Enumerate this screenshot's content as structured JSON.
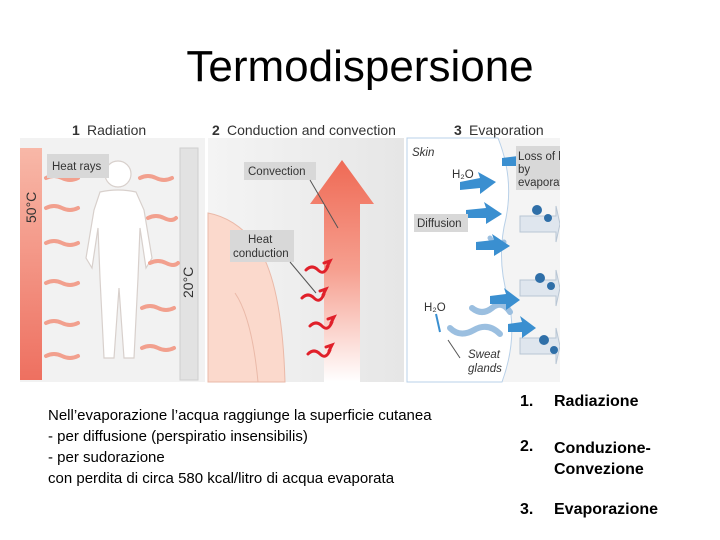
{
  "slide": {
    "title": "Termodispersione"
  },
  "figure": {
    "panels": [
      {
        "number": "1",
        "label": "Radiation"
      },
      {
        "number": "2",
        "label": "Conduction and convection"
      },
      {
        "number": "3",
        "label": "Evaporation"
      }
    ],
    "thermometer_hot": "50°C",
    "thermometer_cold": "20°C",
    "callouts": {
      "heat_rays": "Heat rays",
      "convection": "Convection",
      "heat_conduction_1": "Heat",
      "heat_conduction_2": "conduction",
      "skin": "Skin",
      "h2o_top": "H₂O",
      "loss_of_heat_1": "Loss of heat",
      "loss_of_heat_2": "by",
      "loss_of_heat_3": "evaporation",
      "diffusion": "Diffusion",
      "h2o_bottom": "H₂O",
      "sweat_glands_1": "Sweat",
      "sweat_glands_2": "glands"
    },
    "colors": {
      "hot": "#f08070",
      "warm_arrow": "#f3a08f",
      "conduction_arrow": "#e0202a",
      "evaporation_arrow": "#3a8fd0",
      "sweat": "#c9ddf0"
    }
  },
  "body_text": {
    "line1": "Nell’evaporazione l’acqua raggiunge la superficie cutanea",
    "line2": "- per diffusione (perspiratio insensibilis)",
    "line3": "- per sudorazione",
    "line4": "con perdita di circa 580 kcal/litro di acqua evaporata"
  },
  "list": [
    {
      "number": "1.",
      "text": "Radiazione"
    },
    {
      "number": "2.",
      "text": "Conduzione-Convezione"
    },
    {
      "number": "3.",
      "text": "Evaporazione"
    }
  ]
}
